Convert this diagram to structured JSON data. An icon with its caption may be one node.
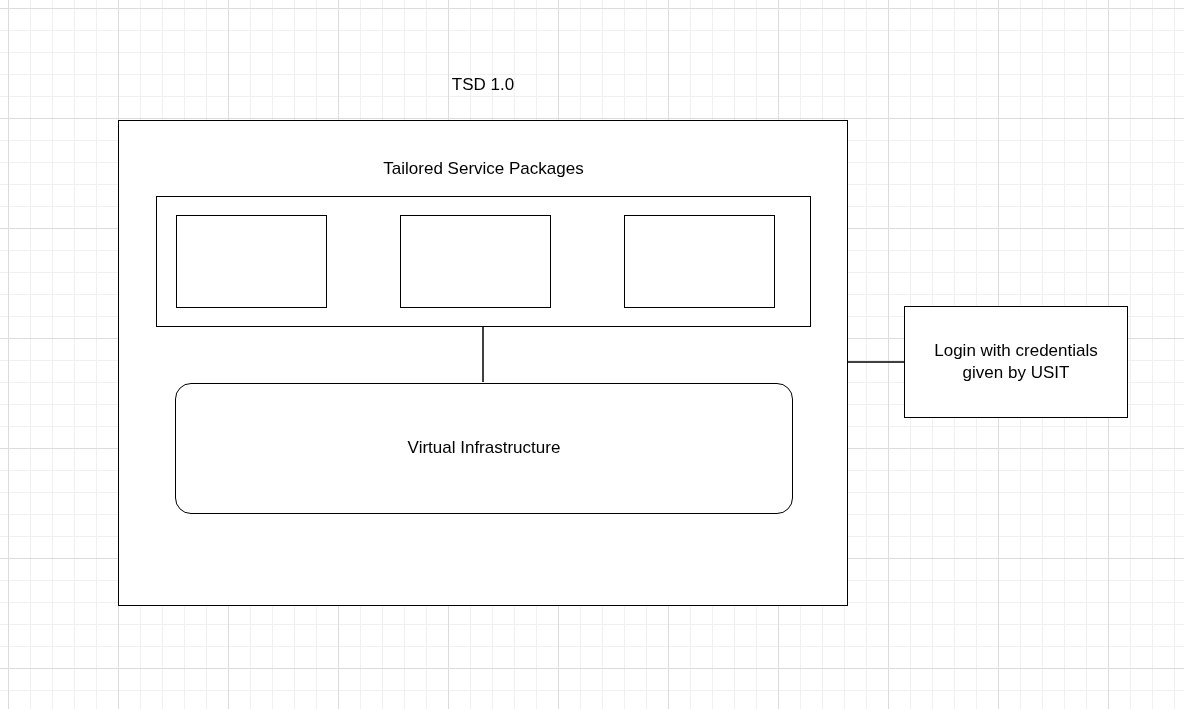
{
  "diagram": {
    "nodes": [
      {
        "text": [
          "TSD 1.0"
        ]
      },
      {
        "text": [
          "Tailored Service Packages"
        ],
        "in": 0
      },
      {
        "text": [],
        "shape": "box",
        "in": 1
      },
      {
        "text": [],
        "shape": "box",
        "in": 1
      },
      {
        "text": [],
        "shape": "box",
        "in": 1
      },
      {
        "text": [
          "Virtual Infrastructure"
        ],
        "in": 0
      },
      {
        "text": [
          "Login with credentials given by USIT"
        ]
      }
    ],
    "edges": [
      {
        "from": 1,
        "to": 5,
        "arrow": "none"
      },
      {
        "from": 0,
        "to": 6,
        "arrow": "none"
      }
    ]
  }
}
